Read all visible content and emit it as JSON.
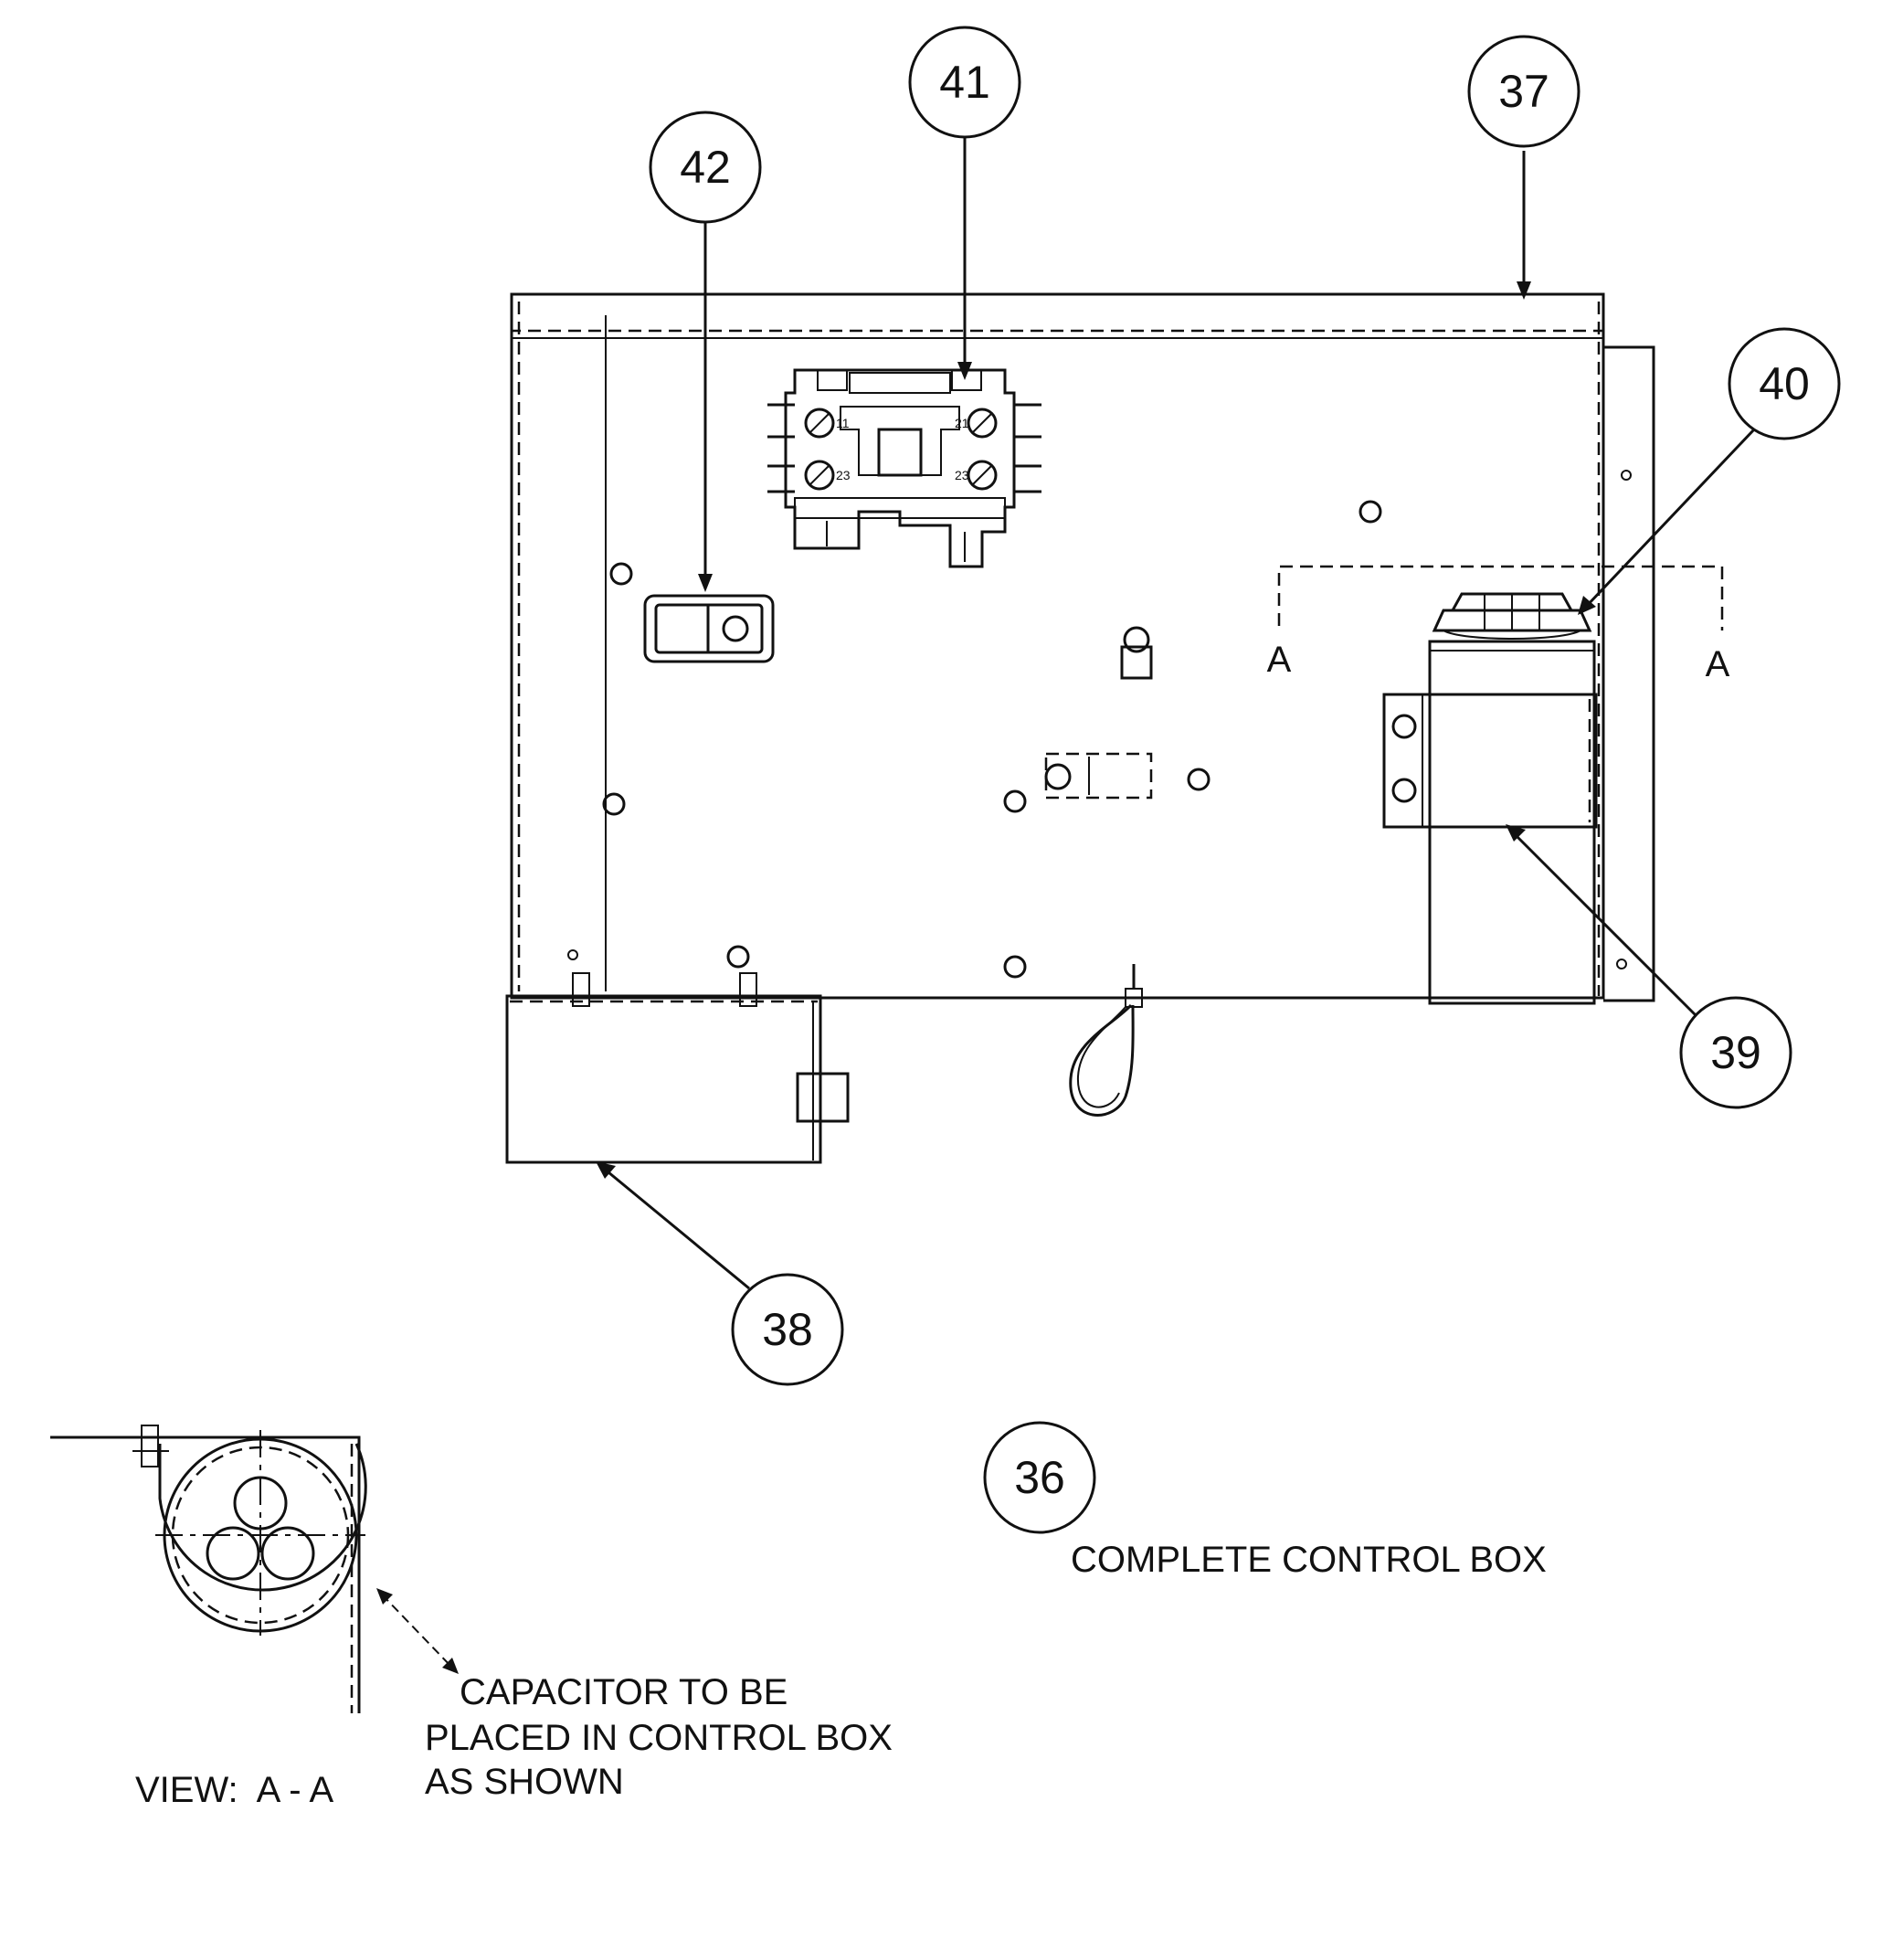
{
  "callouts": {
    "c36": "36",
    "c37": "37",
    "c38": "38",
    "c39": "39",
    "c40": "40",
    "c41": "41",
    "c42": "42"
  },
  "labels": {
    "complete_control_box": "COMPLETE CONTROL BOX",
    "capacitor_note_1": "CAPACITOR TO BE",
    "capacitor_note_2": "PLACED IN CONTROL BOX",
    "capacitor_note_3": "AS SHOWN",
    "view_label": "VIEW:  A - A",
    "section_left": "A",
    "section_right": "A"
  },
  "contactor_terminals": {
    "t11": "11",
    "t21": "21",
    "t23a": "23",
    "t23b": "23"
  }
}
